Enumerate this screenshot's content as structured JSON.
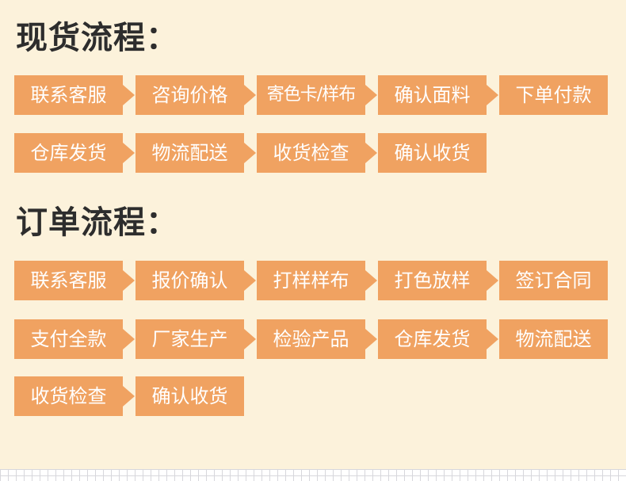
{
  "page": {
    "background": "#fcf2db",
    "accent_orange": "#f0a261",
    "title_color": "#2d2d2d",
    "step_text_color": "#ffffff"
  },
  "sections": [
    {
      "title": "现货流程：",
      "rows": [
        {
          "steps": [
            {
              "label": "联系客服"
            },
            {
              "label": "咨询价格"
            },
            {
              "label": "寄色卡/样布"
            },
            {
              "label": "确认面料"
            },
            {
              "label": "下单付款"
            }
          ]
        },
        {
          "steps": [
            {
              "label": "仓库发货"
            },
            {
              "label": "物流配送"
            },
            {
              "label": "收货检查"
            },
            {
              "label": "确认收货"
            }
          ]
        }
      ]
    },
    {
      "title": "订单流程：",
      "rows": [
        {
          "steps": [
            {
              "label": "联系客服"
            },
            {
              "label": "报价确认"
            },
            {
              "label": "打样样布"
            },
            {
              "label": "打色放样"
            },
            {
              "label": "签订合同"
            }
          ]
        },
        {
          "steps": [
            {
              "label": "支付全款"
            },
            {
              "label": "厂家生产"
            },
            {
              "label": "检验产品"
            },
            {
              "label": "仓库发货"
            },
            {
              "label": "物流配送"
            }
          ]
        },
        {
          "steps": [
            {
              "label": "收货检查"
            },
            {
              "label": "确认收货"
            }
          ]
        }
      ]
    }
  ]
}
